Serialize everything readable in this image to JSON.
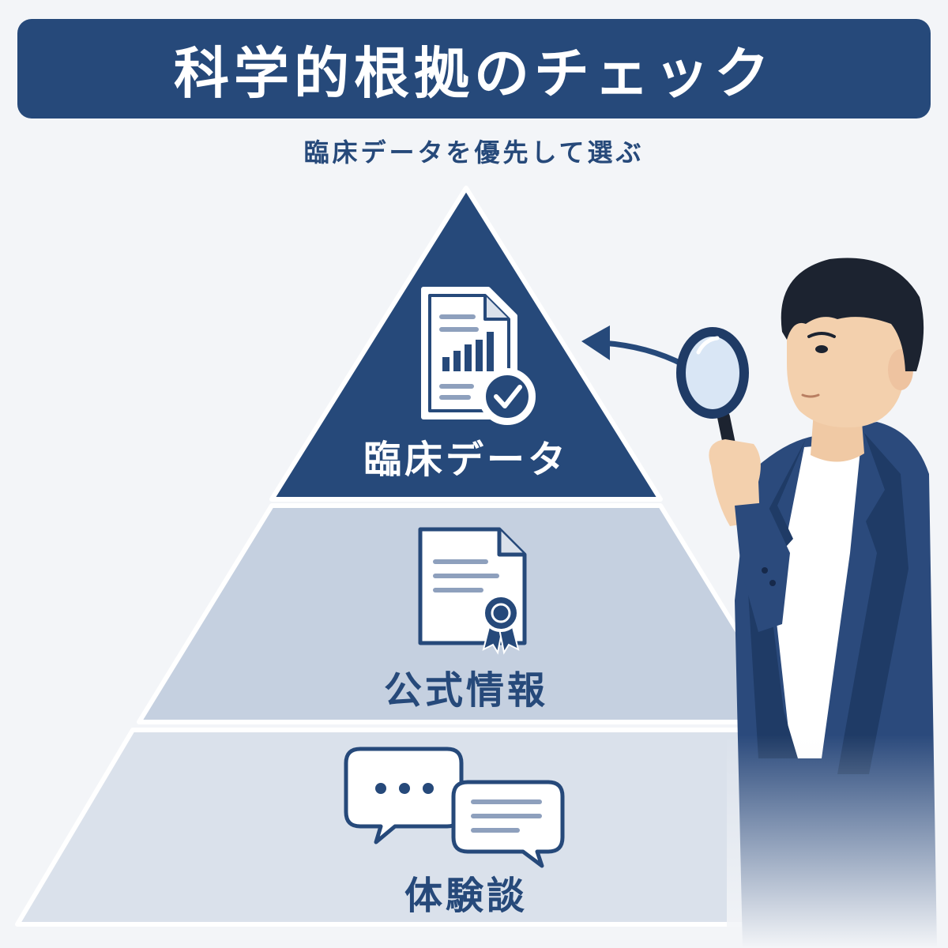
{
  "title": "科学的根拠のチェック",
  "subtitle": "臨床データを優先して選ぶ",
  "pyramid": {
    "tiers": [
      {
        "label": "臨床データ",
        "icon": "clinical-report-check-icon"
      },
      {
        "label": "公式情報",
        "icon": "certified-document-icon"
      },
      {
        "label": "体験談",
        "icon": "speech-bubbles-icon"
      }
    ]
  },
  "colors": {
    "navy": "#26497a",
    "tier_middle": "#c5d0e0",
    "tier_bottom": "#dae1eb",
    "background": "#f3f5f8"
  }
}
